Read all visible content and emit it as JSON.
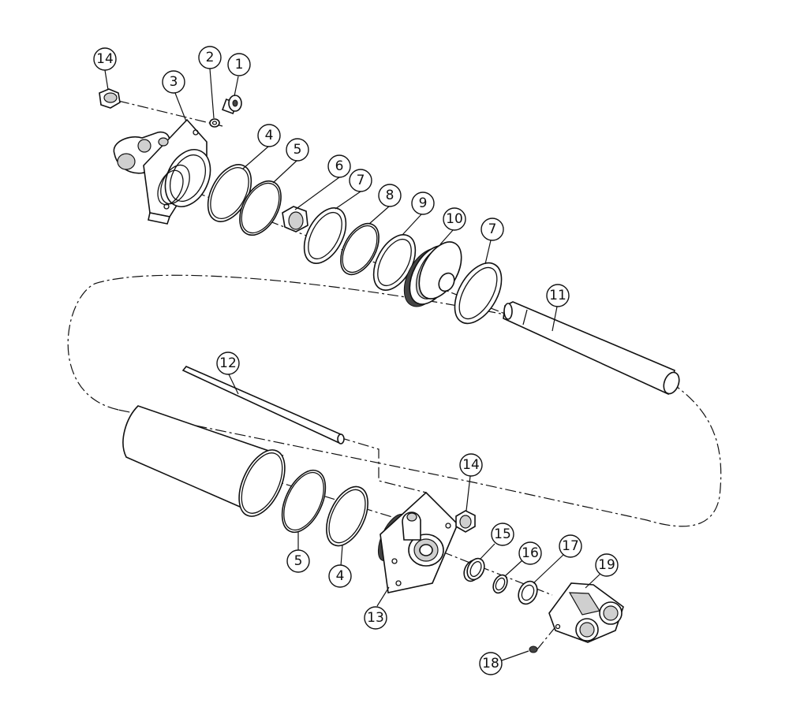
{
  "callouts": {
    "c1": "1",
    "c2": "2",
    "c3": "3",
    "c4_top": "4",
    "c5_top": "5",
    "c6": "6",
    "c7_top": "7",
    "c8": "8",
    "c9": "9",
    "c10": "10",
    "c7_right": "7",
    "c11": "11",
    "c12": "12",
    "c14_top": "14",
    "c14_bottom": "14",
    "c5_bottom": "5",
    "c4_bottom": "4",
    "c13": "13",
    "c15": "15",
    "c16": "16",
    "c17": "17",
    "c18": "18",
    "c19": "19"
  }
}
